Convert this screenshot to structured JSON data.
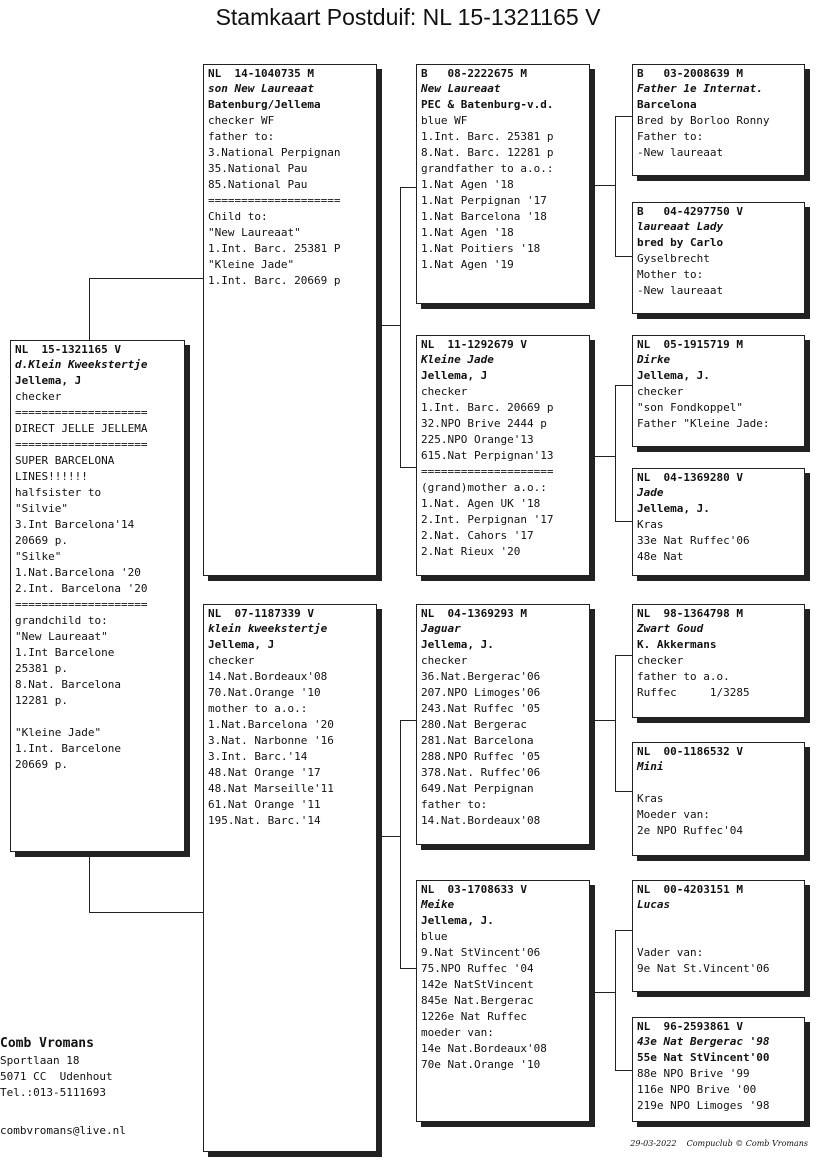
{
  "title": "Stamkaart Postduif: NL  15-1321165 V",
  "cards": [
    {
      "id": "subject",
      "header": "NL  15-1321165 V",
      "lines": [
        {
          "t": "d.Klein Kweekstertje",
          "s": "i"
        },
        {
          "t": "Jellema, J",
          "s": "b"
        },
        {
          "t": "checker",
          "s": ""
        },
        {
          "t": "====================",
          "s": ""
        },
        {
          "t": "DIRECT JELLE JELLEMA",
          "s": ""
        },
        {
          "t": "====================",
          "s": ""
        },
        {
          "t": "SUPER BARCELONA",
          "s": ""
        },
        {
          "t": "LINES!!!!!!",
          "s": ""
        },
        {
          "t": "halfsister to",
          "s": ""
        },
        {
          "t": "\"Silvie\"",
          "s": ""
        },
        {
          "t": "3.Int Barcelona'14",
          "s": ""
        },
        {
          "t": "20669 p.",
          "s": ""
        },
        {
          "t": "\"Silke\"",
          "s": ""
        },
        {
          "t": "1.Nat.Barcelona '20",
          "s": ""
        },
        {
          "t": "2.Int. Barcelona '20",
          "s": ""
        },
        {
          "t": "====================",
          "s": ""
        },
        {
          "t": "grandchild to:",
          "s": ""
        },
        {
          "t": "\"New Laureaat\"",
          "s": ""
        },
        {
          "t": "1.Int Barcelone",
          "s": ""
        },
        {
          "t": "25381 p.",
          "s": ""
        },
        {
          "t": "8.Nat. Barcelona",
          "s": ""
        },
        {
          "t": "12281 p.",
          "s": ""
        },
        {
          "t": "",
          "s": ""
        },
        {
          "t": "\"Kleine Jade\"",
          "s": ""
        },
        {
          "t": "1.Int. Barcelone",
          "s": ""
        },
        {
          "t": "20669 p.",
          "s": ""
        }
      ]
    },
    {
      "id": "father",
      "header": "NL  14-1040735 M",
      "lines": [
        {
          "t": "son New Laureaat",
          "s": "i"
        },
        {
          "t": "Batenburg/Jellema",
          "s": "b"
        },
        {
          "t": "checker WF",
          "s": ""
        },
        {
          "t": "father to:",
          "s": ""
        },
        {
          "t": "3.National Perpignan",
          "s": ""
        },
        {
          "t": "35.National Pau",
          "s": ""
        },
        {
          "t": "85.National Pau",
          "s": ""
        },
        {
          "t": "====================",
          "s": ""
        },
        {
          "t": "Child to:",
          "s": ""
        },
        {
          "t": "\"New Laureaat\"",
          "s": ""
        },
        {
          "t": "1.Int. Barc. 25381 P",
          "s": ""
        },
        {
          "t": "\"Kleine Jade\"",
          "s": ""
        },
        {
          "t": "1.Int. Barc. 20669 p",
          "s": ""
        }
      ]
    },
    {
      "id": "mother",
      "header": "NL  07-1187339 V",
      "lines": [
        {
          "t": "klein kweekstertje",
          "s": "i"
        },
        {
          "t": "Jellema, J",
          "s": "b"
        },
        {
          "t": "checker",
          "s": ""
        },
        {
          "t": "14.Nat.Bordeaux'08",
          "s": ""
        },
        {
          "t": "70.Nat.Orange '10",
          "s": ""
        },
        {
          "t": "mother to a.o.:",
          "s": ""
        },
        {
          "t": "1.Nat.Barcelona '20",
          "s": ""
        },
        {
          "t": "3.Nat. Narbonne '16",
          "s": ""
        },
        {
          "t": "3.Int. Barc.'14",
          "s": ""
        },
        {
          "t": "48.Nat Orange '17",
          "s": ""
        },
        {
          "t": "48.Nat Marseille'11",
          "s": ""
        },
        {
          "t": "61.Nat Orange '11",
          "s": ""
        },
        {
          "t": "195.Nat. Barc.'14",
          "s": ""
        }
      ]
    },
    {
      "id": "ff",
      "header": "B   08-2222675 M",
      "lines": [
        {
          "t": "New Laureaat",
          "s": "i"
        },
        {
          "t": "PEC & Batenburg-v.d.",
          "s": "b"
        },
        {
          "t": "blue WF",
          "s": ""
        },
        {
          "t": "1.Int. Barc. 25381 p",
          "s": ""
        },
        {
          "t": "8.Nat. Barc. 12281 p",
          "s": ""
        },
        {
          "t": "grandfather to a.o.:",
          "s": ""
        },
        {
          "t": "1.Nat Agen '18",
          "s": ""
        },
        {
          "t": "1.Nat Perpignan '17",
          "s": ""
        },
        {
          "t": "1.Nat Barcelona '18",
          "s": ""
        },
        {
          "t": "1.Nat Agen '18",
          "s": ""
        },
        {
          "t": "1.Nat Poitiers '18",
          "s": ""
        },
        {
          "t": "1.Nat Agen '19",
          "s": ""
        }
      ]
    },
    {
      "id": "fm",
      "header": "NL  11-1292679 V",
      "lines": [
        {
          "t": "Kleine Jade",
          "s": "i"
        },
        {
          "t": "Jellema, J",
          "s": "b"
        },
        {
          "t": "checker",
          "s": ""
        },
        {
          "t": "1.Int. Barc. 20669 p",
          "s": ""
        },
        {
          "t": "32.NPO Brive 2444 p",
          "s": ""
        },
        {
          "t": "225.NPO Orange'13",
          "s": ""
        },
        {
          "t": "615.Nat Perpignan'13",
          "s": ""
        },
        {
          "t": "====================",
          "s": ""
        },
        {
          "t": "(grand)mother a.o.:",
          "s": ""
        },
        {
          "t": "1.Nat. Agen UK '18",
          "s": ""
        },
        {
          "t": "2.Int. Perpignan '17",
          "s": ""
        },
        {
          "t": "2.Nat. Cahors '17",
          "s": ""
        },
        {
          "t": "2.Nat Rieux '20",
          "s": ""
        }
      ]
    },
    {
      "id": "mf",
      "header": "NL  04-1369293 M",
      "lines": [
        {
          "t": "Jaguar",
          "s": "i"
        },
        {
          "t": "Jellema, J.",
          "s": "b"
        },
        {
          "t": "checker",
          "s": ""
        },
        {
          "t": "36.Nat.Bergerac'06",
          "s": ""
        },
        {
          "t": "207.NPO Limoges'06",
          "s": ""
        },
        {
          "t": "243.Nat Ruffec '05",
          "s": ""
        },
        {
          "t": "280.Nat Bergerac",
          "s": ""
        },
        {
          "t": "281.Nat Barcelona",
          "s": ""
        },
        {
          "t": "288.NPO Ruffec '05",
          "s": ""
        },
        {
          "t": "378.Nat. Ruffec'06",
          "s": ""
        },
        {
          "t": "649.Nat Perpignan",
          "s": ""
        },
        {
          "t": "father to:",
          "s": ""
        },
        {
          "t": "14.Nat.Bordeaux'08",
          "s": ""
        }
      ]
    },
    {
      "id": "mm",
      "header": "NL  03-1708633 V",
      "lines": [
        {
          "t": "Meike",
          "s": "i"
        },
        {
          "t": "Jellema, J.",
          "s": "b"
        },
        {
          "t": "blue",
          "s": ""
        },
        {
          "t": "9.Nat StVincent'06",
          "s": ""
        },
        {
          "t": "75.NPO Ruffec '04",
          "s": ""
        },
        {
          "t": "142e NatStVincent",
          "s": ""
        },
        {
          "t": "845e Nat.Bergerac",
          "s": ""
        },
        {
          "t": "1226e Nat Ruffec",
          "s": ""
        },
        {
          "t": "moeder van:",
          "s": ""
        },
        {
          "t": "14e Nat.Bordeaux'08",
          "s": ""
        },
        {
          "t": "70e Nat.Orange '10",
          "s": ""
        }
      ]
    },
    {
      "id": "fff",
      "header": "B   03-2008639 M",
      "lines": [
        {
          "t": "Father 1e Internat.",
          "s": "i"
        },
        {
          "t": "Barcelona",
          "s": "b"
        },
        {
          "t": "Bred by Borloo Ronny",
          "s": ""
        },
        {
          "t": "Father to:",
          "s": ""
        },
        {
          "t": "-New laureaat",
          "s": ""
        }
      ]
    },
    {
      "id": "ffm",
      "header": "B   04-4297750 V",
      "lines": [
        {
          "t": "laureaat Lady",
          "s": "i"
        },
        {
          "t": "bred by Carlo",
          "s": "b"
        },
        {
          "t": "Gyselbrecht",
          "s": ""
        },
        {
          "t": "Mother to:",
          "s": ""
        },
        {
          "t": "-New laureaat",
          "s": ""
        }
      ]
    },
    {
      "id": "fmf",
      "header": "NL  05-1915719 M",
      "lines": [
        {
          "t": "Dirke",
          "s": "i"
        },
        {
          "t": "Jellema, J.",
          "s": "b"
        },
        {
          "t": "checker",
          "s": ""
        },
        {
          "t": "\"son Fondkoppel\"",
          "s": ""
        },
        {
          "t": "Father \"Kleine Jade:",
          "s": ""
        }
      ]
    },
    {
      "id": "fmm",
      "header": "NL  04-1369280 V",
      "lines": [
        {
          "t": "Jade",
          "s": "i"
        },
        {
          "t": "Jellema, J.",
          "s": "b"
        },
        {
          "t": "Kras",
          "s": ""
        },
        {
          "t": "33e Nat Ruffec'06",
          "s": ""
        },
        {
          "t": "48e Nat",
          "s": ""
        }
      ]
    },
    {
      "id": "mff",
      "header": "NL  98-1364798 M",
      "lines": [
        {
          "t": "Zwart Goud",
          "s": "i"
        },
        {
          "t": "K. Akkermans",
          "s": "b"
        },
        {
          "t": "checker",
          "s": ""
        },
        {
          "t": "father to a.o.",
          "s": ""
        },
        {
          "t": "Ruffec     1/3285",
          "s": ""
        }
      ]
    },
    {
      "id": "mfm",
      "header": "NL  00-1186532 V",
      "lines": [
        {
          "t": "Mini",
          "s": "i"
        },
        {
          "t": "",
          "s": ""
        },
        {
          "t": "Kras",
          "s": ""
        },
        {
          "t": "Moeder van:",
          "s": ""
        },
        {
          "t": "2e NPO Ruffec'04",
          "s": ""
        }
      ]
    },
    {
      "id": "mmf",
      "header": "NL  00-4203151 M",
      "lines": [
        {
          "t": "Lucas",
          "s": "i"
        },
        {
          "t": "",
          "s": ""
        },
        {
          "t": "",
          "s": ""
        },
        {
          "t": "Vader van:",
          "s": ""
        },
        {
          "t": "9e Nat St.Vincent'06",
          "s": ""
        }
      ]
    },
    {
      "id": "mmm",
      "header": "NL  96-2593861 V",
      "lines": [
        {
          "t": "43e Nat Bergerac '98",
          "s": "i"
        },
        {
          "t": "55e Nat StVincent'00",
          "s": "b"
        },
        {
          "t": "88e NPO Brive '99",
          "s": ""
        },
        {
          "t": "116e NPO Brive '00",
          "s": ""
        },
        {
          "t": "219e NPO Limoges '98",
          "s": ""
        }
      ]
    }
  ],
  "footer": {
    "name": "Comb Vromans",
    "lines": [
      "Sportlaan 18",
      "5071 CC  Udenhout",
      "Tel.:013-5111693"
    ],
    "email": "combvromans@live.nl",
    "date": "29-03-2022",
    "software": "Compuclub © Comb Vromans"
  }
}
